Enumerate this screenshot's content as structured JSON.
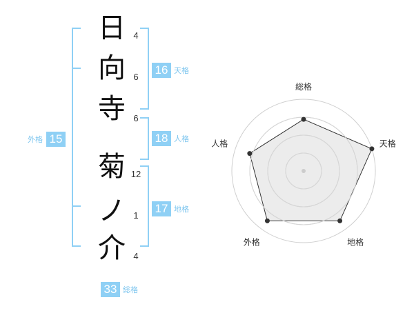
{
  "name": {
    "chars": [
      {
        "char": "日",
        "strokes": "4"
      },
      {
        "char": "向",
        "strokes": "6"
      },
      {
        "char": "寺",
        "strokes": "6"
      },
      {
        "char": "菊",
        "strokes": "12"
      },
      {
        "char": "ノ",
        "strokes": "1"
      },
      {
        "char": "介",
        "strokes": "4"
      }
    ]
  },
  "kakusu": {
    "tenkaku": {
      "value": "16",
      "label": "天格"
    },
    "jinkaku": {
      "value": "18",
      "label": "人格"
    },
    "chikaku": {
      "value": "17",
      "label": "地格"
    },
    "gaikaku": {
      "value": "15",
      "label": "外格"
    },
    "soukaku": {
      "value": "33",
      "label": "総格"
    }
  },
  "colors": {
    "accent": "#8fd0f5",
    "accent_text": "#7ec6ef",
    "radar_fill": "#f0f0f0",
    "radar_ring": "#cfcfcf",
    "radar_stroke": "#333333"
  },
  "chart_data": {
    "type": "radar",
    "axes": [
      "総格",
      "天格",
      "地格",
      "外格",
      "人格"
    ],
    "values": [
      0.72,
      1.0,
      0.86,
      0.86,
      0.79
    ],
    "range": [
      0,
      1
    ],
    "rings": 4
  }
}
